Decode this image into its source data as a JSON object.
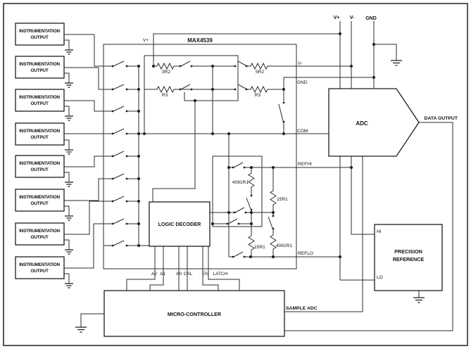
{
  "diagram": {
    "title_chip": "MAX4539",
    "supplies": {
      "vplus": "V+",
      "vminus": "V-",
      "gnd": "GND"
    },
    "mux": {
      "vplus_rail_label": "V+",
      "pin_vminus": "V-",
      "pin_gnd": "GND",
      "pin_com": "COM",
      "pin_refhi": "REFHI",
      "pin_reflo": "REFLO",
      "pin_a2": "A2",
      "pin_a1": "A1",
      "pin_a0": "A0",
      "pin_cal": "CAL",
      "pin_en": "EN",
      "pin_latch": "LATCH"
    },
    "resistors": {
      "r3r2": "3R2",
      "r5r2": "5R2",
      "rr3_left": "R3",
      "rr3_right": "R3",
      "r4081_upper": "4081R1",
      "r15_upper": "15R1",
      "r15_lower": "15R1",
      "r4081_lower": "4081R1"
    },
    "instrumentation": {
      "line1": "INSTRUMENTATION",
      "line2": "OUTPUT"
    },
    "adc": {
      "label": "ADC",
      "output_label": "DATA OUTPUT"
    },
    "decoder": {
      "label": "LOGIC DECODER"
    },
    "mcu": {
      "label": "MICRO-CONTROLLER",
      "sample_label": "SAMPLE ADC"
    },
    "reference": {
      "line1": "PRECISION",
      "line2": "REFERENCE",
      "pin_hi": "HI",
      "pin_lo": "LO"
    },
    "colors": {
      "wire": "#2b2b2b",
      "text": "#111111",
      "background": "#ffffff"
    }
  }
}
